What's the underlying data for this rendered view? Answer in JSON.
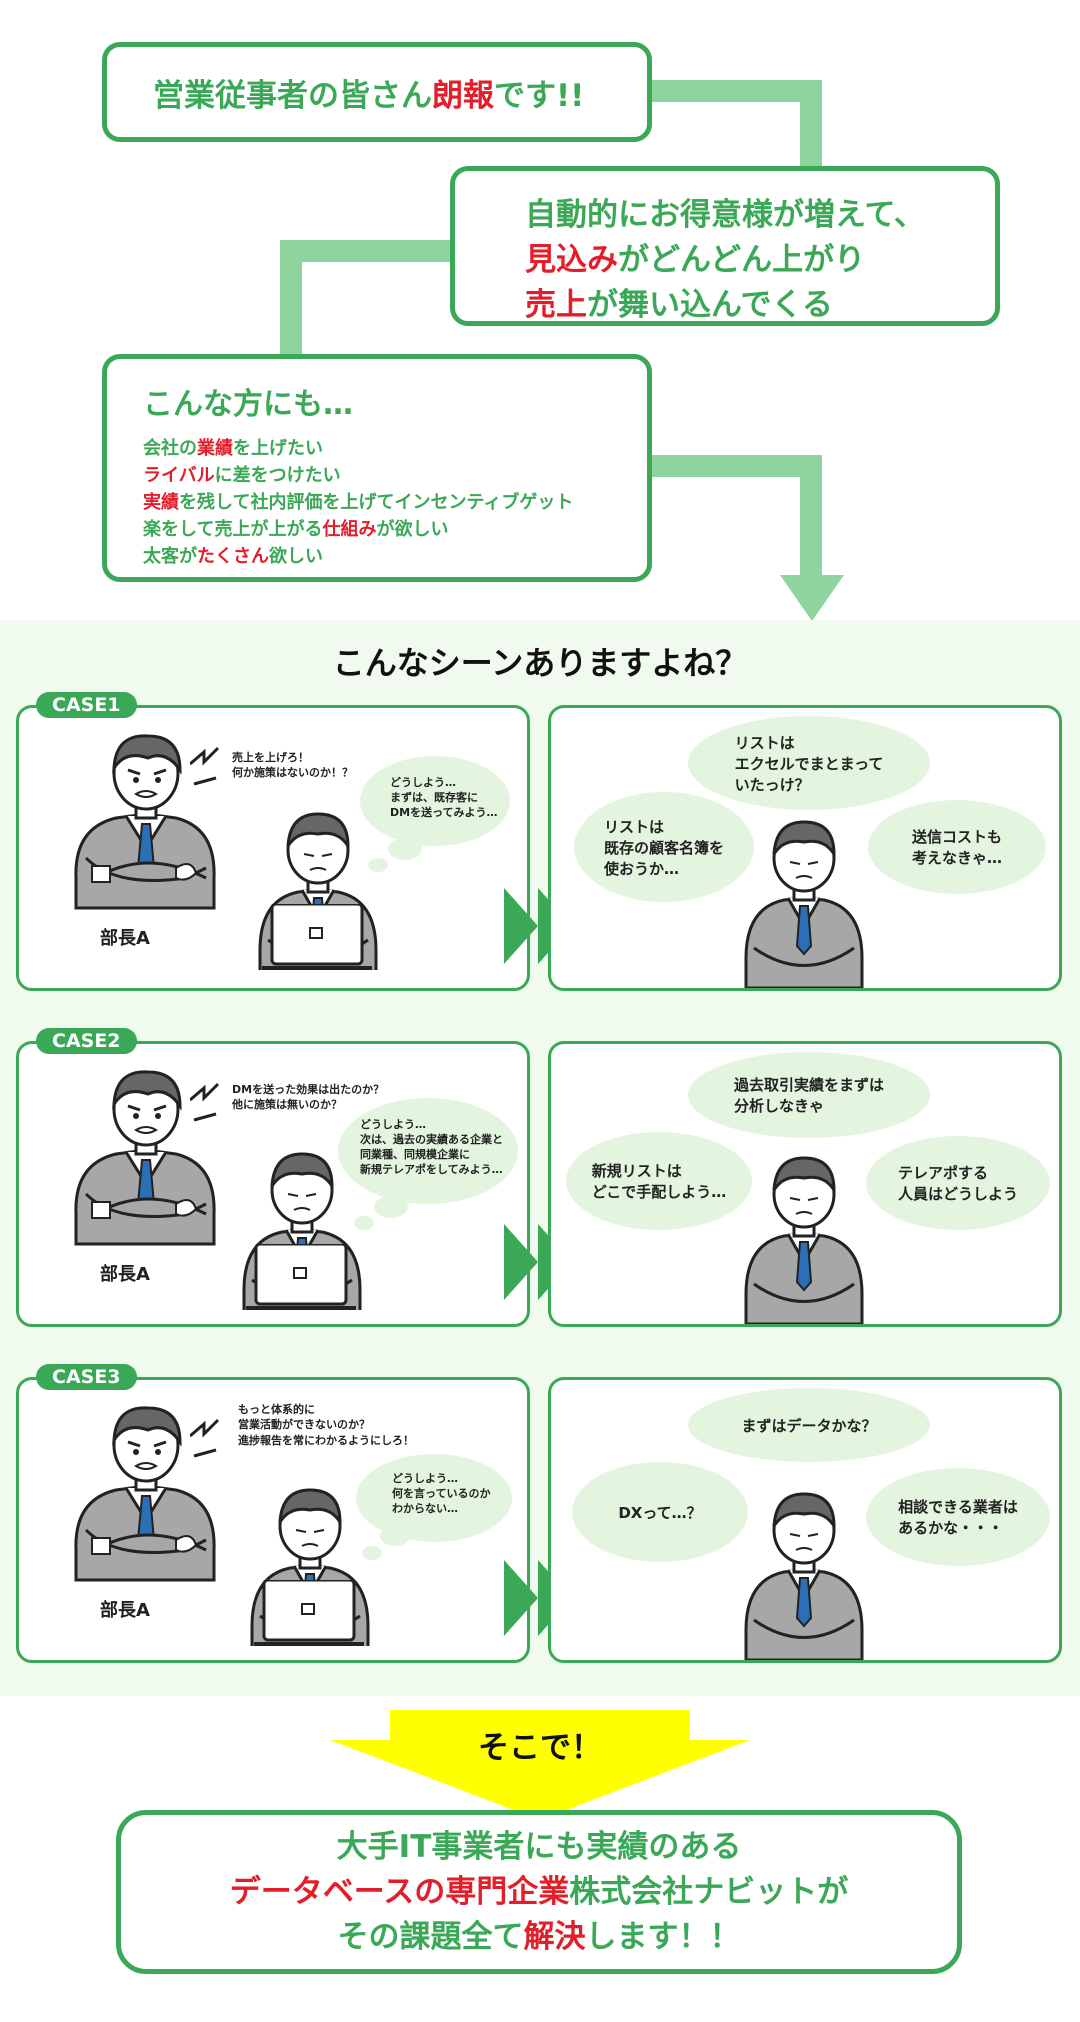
{
  "header": {
    "banner_prefix": "営業従事者の皆さん",
    "banner_red": "朗報",
    "banner_suffix": "です!!"
  },
  "benefit": {
    "line1": "自動的にお得意様が増えて、",
    "line2_red": "見込み",
    "line2_rest": "がどんどん上がり",
    "line3_red": "売上",
    "line3_rest": "が舞い込んでくる"
  },
  "target": {
    "title": "こんな方にも…",
    "items": [
      {
        "a": "会社の",
        "r": "業績",
        "b": "を上げたい"
      },
      {
        "a": "",
        "r": "ライバル",
        "b": "に差をつけたい"
      },
      {
        "a": "",
        "r": "実績",
        "b": "を残して社内評価を上げてインセンティブゲット"
      },
      {
        "a": "楽をして売上が上がる",
        "r": "仕組み",
        "b": "が欲しい"
      },
      {
        "a": "太客が",
        "r": "たくさん",
        "b": "欲しい"
      }
    ]
  },
  "scenes": {
    "title": "こんなシーンありますよね？",
    "boss_label": "部長A",
    "cases": [
      {
        "tag": "CASE1",
        "shout": "売上を上げろ！\n何か施策はないのか！？",
        "reply": "どうしよう…\nまずは、既存客に\nDMを送ってみよう…",
        "thoughts": [
          "リストは\nエクセルでまとまって\nいたっけ？",
          "リストは\n既存の顧客名簿を\n使おうか…",
          "送信コストも\n考えなきゃ…"
        ]
      },
      {
        "tag": "CASE2",
        "shout": "DMを送った効果は出たのか？\n他に施策は無いのか？",
        "reply": "どうしよう…\n次は、過去の実績ある企業と\n同業種、同規模企業に\n新規テレアポをしてみよう…",
        "thoughts": [
          "過去取引実績をまずは\n分析しなきゃ",
          "新規リストは\nどこで手配しよう…",
          "テレアポする\n人員はどうしよう"
        ]
      },
      {
        "tag": "CASE3",
        "shout": "もっと体系的に\n営業活動ができないのか？\n進捗報告を常にわかるようにしろ！",
        "reply": "どうしよう…\n何を言っているのか\nわからない…",
        "thoughts": [
          "まずはデータかな？",
          "DXって…？",
          "相談できる業者は\nあるかな・・・"
        ]
      }
    ]
  },
  "transition": {
    "label": "そこで！"
  },
  "solution": {
    "line1": "大手IT事業者にも実績のある",
    "line2_red": "データベースの専門企業",
    "line2_rest": "株式会社ナビットが",
    "line3_a": "その課題全て",
    "line3_red": "解決",
    "line3_b": "します！！"
  },
  "colors": {
    "accent_green": "#3aa856",
    "accent_red": "#e21e2a",
    "highlight_yellow": "#ffff00",
    "bubble_green": "#e3f5df"
  }
}
